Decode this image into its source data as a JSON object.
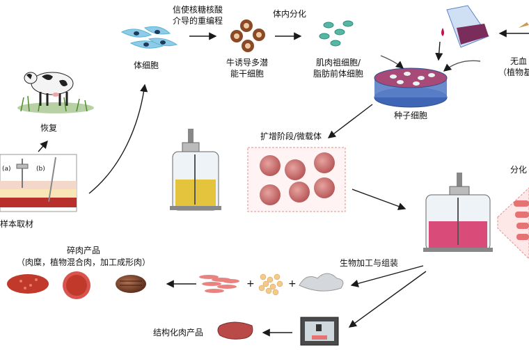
{
  "labels": {
    "restore": "恢复",
    "sample": "样本取材",
    "sample_a": "(a)",
    "sample_b": "(b)",
    "somatic": "体细胞",
    "reprog_l1": "信使核糖核酸",
    "reprog_l2": "介导的重编程",
    "ipsc_l1": "牛诱导多潜",
    "ipsc_l2": "能干细胞",
    "diff": "体内分化",
    "myo_l1": "肌肉祖细胞/",
    "myo_l2": "脂肪前体细胞",
    "seed": "种子细胞",
    "serum_l1": "无血",
    "serum_l2": "（植物基",
    "expand": "扩增阶段/微载体",
    "divide": "分化",
    "bio": "生物加工与组装",
    "minced_l1": "碎肉产品",
    "minced_l2": "（肉糜，植物混合肉，加工成形肉）",
    "structured": "结构化肉产品",
    "plus1": "+",
    "plus2": "+"
  },
  "colors": {
    "arrow": "#1a1a1a",
    "meat": "#c0392b",
    "cell_blue": "#5ab4d6",
    "cell_brown": "#7a3b1f",
    "cell_teal": "#3aa38f",
    "dish_blue": "#3f66b5",
    "media_purple": "#7a2c5a",
    "yellow_medium": "#e4c43c",
    "pink_medium": "#d94c7a"
  }
}
